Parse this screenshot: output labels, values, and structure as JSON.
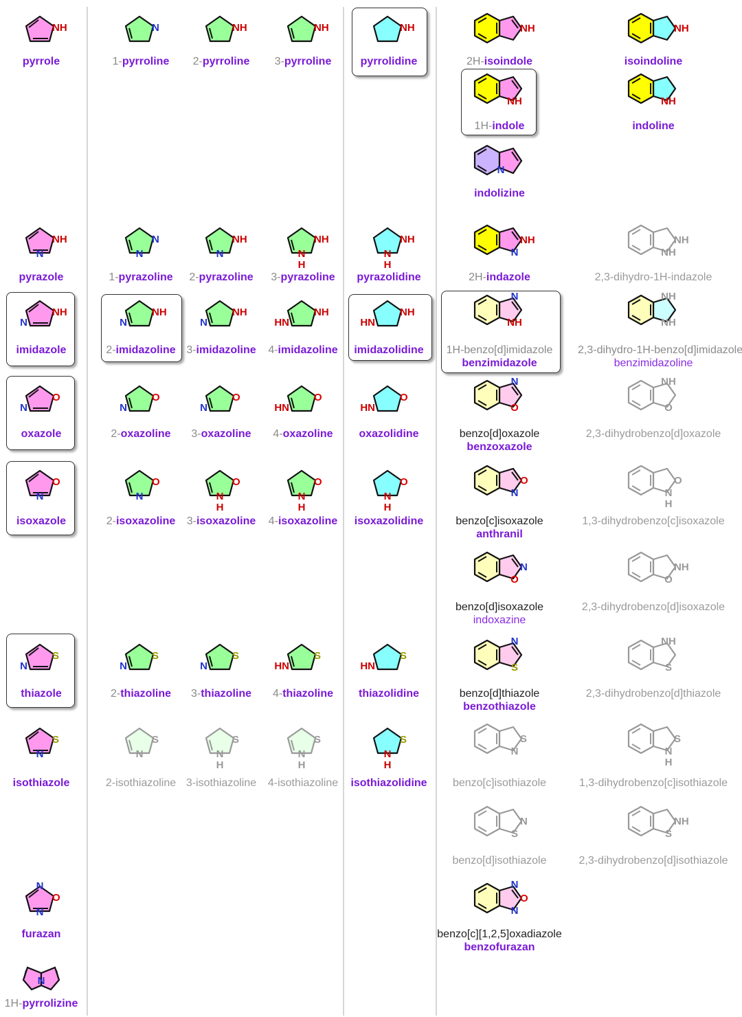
{
  "colors": {
    "pink": "#ff99ee",
    "green": "#99ff99",
    "cyan": "#88ffff",
    "yellow": "#ffff00",
    "lavender": "#ccb3ff",
    "paleGreen": "#e8ffe8",
    "paleYellow": "#ffffbb",
    "paleCyan": "#ccffff",
    "palePink": "#ffccee",
    "nitrogen": "#2233cc",
    "nh": "#cc0000",
    "sulfur": "#999900",
    "label": "#7a1ad6",
    "prefix": "#8a8a8a"
  },
  "entries": [
    {
      "id": "pyrrole",
      "pre": "",
      "core": "pyrrole"
    },
    {
      "id": "1-pyrroline",
      "pre": "1-",
      "core": "pyrroline"
    },
    {
      "id": "2-pyrroline",
      "pre": "2-",
      "core": "pyrroline"
    },
    {
      "id": "3-pyrroline",
      "pre": "3-",
      "core": "pyrroline"
    },
    {
      "id": "pyrrolidine",
      "pre": "",
      "core": "pyrrolidine"
    },
    {
      "id": "2h-isoindole",
      "pre": "2H-",
      "core": "isoindole"
    },
    {
      "id": "isoindoline",
      "pre": "",
      "core": "isoindoline"
    },
    {
      "id": "1h-indole",
      "pre": "1H-",
      "core": "indole"
    },
    {
      "id": "indoline",
      "pre": "",
      "core": "indoline"
    },
    {
      "id": "indolizine",
      "pre": "",
      "core": "indolizine"
    },
    {
      "id": "pyrazole",
      "pre": "",
      "core": "pyrazole"
    },
    {
      "id": "1-pyrazoline",
      "pre": "1-",
      "core": "pyrazoline"
    },
    {
      "id": "2-pyrazoline",
      "pre": "2-",
      "core": "pyrazoline"
    },
    {
      "id": "3-pyrazoline",
      "pre": "3-",
      "core": "pyrazoline"
    },
    {
      "id": "pyrazolidine",
      "pre": "",
      "core": "pyrazolidine"
    },
    {
      "id": "2h-indazole",
      "pre": "2H-",
      "core": "indazole"
    },
    {
      "id": "dihydroindazole",
      "pre": "",
      "core": "2,3-dihydro-1H-indazole"
    },
    {
      "id": "imidazole",
      "pre": "",
      "core": "imidazole"
    },
    {
      "id": "2-imidazoline",
      "pre": "2-",
      "core": "imidazoline"
    },
    {
      "id": "3-imidazoline",
      "pre": "3-",
      "core": "imidazoline"
    },
    {
      "id": "4-imidazoline",
      "pre": "4-",
      "core": "imidazoline"
    },
    {
      "id": "imidazolidine",
      "pre": "",
      "core": "imidazolidine"
    },
    {
      "id": "benzimidazole",
      "pre": "1H-benzo[d]imidazole",
      "core": "benzimidazole"
    },
    {
      "id": "benzimidazoline",
      "pre": "2,3-dihydro-1H-benzo[d]imidazole",
      "core": "benzimidazoline"
    },
    {
      "id": "oxazole",
      "pre": "",
      "core": "oxazole"
    },
    {
      "id": "2-oxazoline",
      "pre": "2-",
      "core": "oxazoline"
    },
    {
      "id": "3-oxazoline",
      "pre": "3-",
      "core": "oxazoline"
    },
    {
      "id": "4-oxazoline",
      "pre": "4-",
      "core": "oxazoline"
    },
    {
      "id": "oxazolidine",
      "pre": "",
      "core": "oxazolidine"
    },
    {
      "id": "benzoxazole",
      "pre": "benzo[d]oxazole",
      "core": "benzoxazole"
    },
    {
      "id": "dihydrobenzoxazole",
      "pre": "",
      "core": "2,3-dihydrobenzo[d]oxazole"
    },
    {
      "id": "isoxazole",
      "pre": "",
      "core": "isoxazole"
    },
    {
      "id": "2-isoxazoline",
      "pre": "2-",
      "core": "isoxazoline"
    },
    {
      "id": "3-isoxazoline",
      "pre": "3-",
      "core": "isoxazoline"
    },
    {
      "id": "4-isoxazoline",
      "pre": "4-",
      "core": "isoxazoline"
    },
    {
      "id": "isoxazolidine",
      "pre": "",
      "core": "isoxazolidine"
    },
    {
      "id": "anthranil",
      "pre": "benzo[c]isoxazole",
      "core": "anthranil"
    },
    {
      "id": "dihydrobenzcisoxazole",
      "pre": "",
      "core": "1,3-dihydrobenzo[c]isoxazole"
    },
    {
      "id": "indoxazine",
      "pre": "benzo[d]isoxazole",
      "core": "indoxazine"
    },
    {
      "id": "dihydrobenzdisoxazole",
      "pre": "",
      "core": "2,3-dihydrobenzo[d]isoxazole"
    },
    {
      "id": "thiazole",
      "pre": "",
      "core": "thiazole"
    },
    {
      "id": "2-thiazoline",
      "pre": "2-",
      "core": "thiazoline"
    },
    {
      "id": "3-thiazoline",
      "pre": "3-",
      "core": "thiazoline"
    },
    {
      "id": "4-thiazoline",
      "pre": "4-",
      "core": "thiazoline"
    },
    {
      "id": "thiazolidine",
      "pre": "",
      "core": "thiazolidine"
    },
    {
      "id": "benzothiazole",
      "pre": "benzo[d]thiazole",
      "core": "benzothiazole"
    },
    {
      "id": "dihydrobenzothiazole",
      "pre": "",
      "core": "2,3-dihydrobenzo[d]thiazole"
    },
    {
      "id": "isothiazole",
      "pre": "",
      "core": "isothiazole"
    },
    {
      "id": "2-isothiazoline",
      "pre": "",
      "core": "2-isothiazoline"
    },
    {
      "id": "3-isothiazoline",
      "pre": "",
      "core": "3-isothiazoline"
    },
    {
      "id": "4-isothiazoline",
      "pre": "",
      "core": "4-isothiazoline"
    },
    {
      "id": "isothiazolidine",
      "pre": "",
      "core": "isothiazolidine"
    },
    {
      "id": "benzcisothiazole",
      "pre": "",
      "core": "benzo[c]isothiazole"
    },
    {
      "id": "dihydrobenzcisothiazole",
      "pre": "",
      "core": "1,3-dihydrobenzo[c]isothiazole"
    },
    {
      "id": "benzdisothiazole",
      "pre": "",
      "core": "benzo[d]isothiazole"
    },
    {
      "id": "dihydrobenzdisothiazole",
      "pre": "",
      "core": "2,3-dihydrobenzo[d]isothiazole"
    },
    {
      "id": "furazan",
      "pre": "",
      "core": "furazan"
    },
    {
      "id": "benzofurazan",
      "pre": "benzo[c][1,2,5]oxadiazole",
      "core": "benzofurazan"
    },
    {
      "id": "pyrrolizine",
      "pre": "1H-",
      "core": "pyrrolizine"
    }
  ]
}
